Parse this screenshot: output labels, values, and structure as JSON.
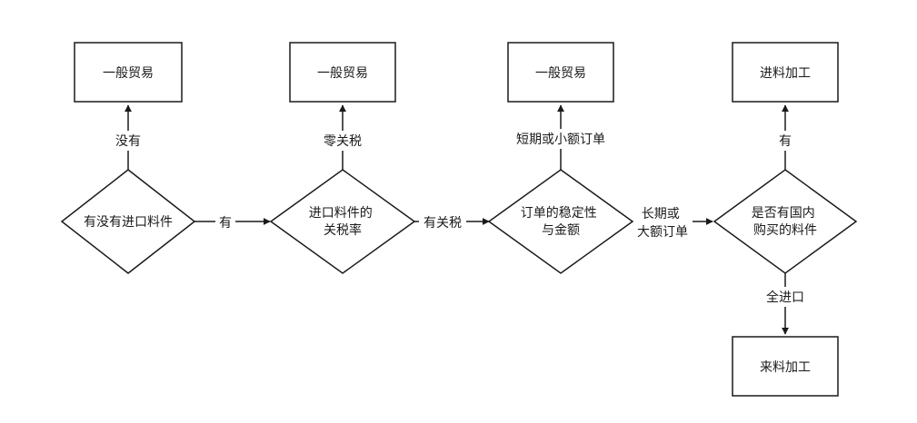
{
  "nodes": {
    "box_general_1": {
      "lines": [
        "一般贸易"
      ]
    },
    "box_general_2": {
      "lines": [
        "一般贸易"
      ]
    },
    "box_general_3": {
      "lines": [
        "一般贸易"
      ]
    },
    "box_inbound": {
      "lines": [
        "进料加工"
      ]
    },
    "box_consigned": {
      "lines": [
        "来料加工"
      ]
    },
    "decision_imported": {
      "lines": [
        "有没有进口料件"
      ]
    },
    "decision_tariff": {
      "lines": [
        "进口料件的",
        "关税率"
      ]
    },
    "decision_order": {
      "lines": [
        "订单的稳定性",
        "与金额"
      ]
    },
    "decision_domestic": {
      "lines": [
        "是否有国内",
        "购买的料件"
      ]
    }
  },
  "edges": {
    "no_imports": {
      "lines": [
        "没有"
      ]
    },
    "has_imports": {
      "lines": [
        "有"
      ]
    },
    "zero_tariff": {
      "lines": [
        "零关税"
      ]
    },
    "has_tariff": {
      "lines": [
        "有关税"
      ]
    },
    "short_small": {
      "lines": [
        "短期或小额订单"
      ]
    },
    "long_large": {
      "lines": [
        "长期或",
        "大额订单"
      ]
    },
    "has_domestic": {
      "lines": [
        "有"
      ]
    },
    "all_imported": {
      "lines": [
        "全进口"
      ]
    }
  }
}
